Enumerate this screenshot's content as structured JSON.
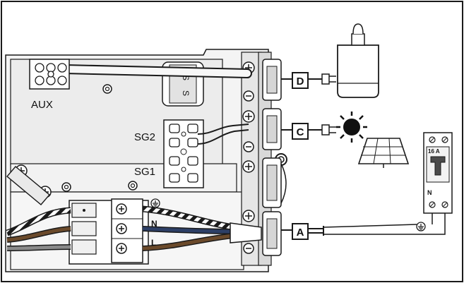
{
  "labels": {
    "aux": "AUX",
    "sg2": "SG2",
    "sg1": "SG1",
    "neutral": "N",
    "live": "L",
    "breaker_rating": "16 A",
    "breaker_neutral": "N"
  },
  "connectors": [
    {
      "id": "D",
      "label": "D",
      "device": "lamp-icon"
    },
    {
      "id": "C",
      "label": "C",
      "device": "solar-panel-icon"
    },
    {
      "id": "A",
      "label": "A",
      "device": "circuit-breaker-icon"
    }
  ],
  "icons": {
    "ground": "ground-icon",
    "sun": "sun-icon",
    "lamp": "lamp-icon",
    "panel": "solar-panel-icon",
    "breaker": "circuit-breaker-icon"
  },
  "colors": {
    "line": "#1a1a1a",
    "plate": "#f3f3f3",
    "wire_brown": "#6b4a2b",
    "wire_blue": "#2d3f66",
    "wire_grey": "#8a8a8a",
    "earth_stripe": "#1a1a1a"
  }
}
